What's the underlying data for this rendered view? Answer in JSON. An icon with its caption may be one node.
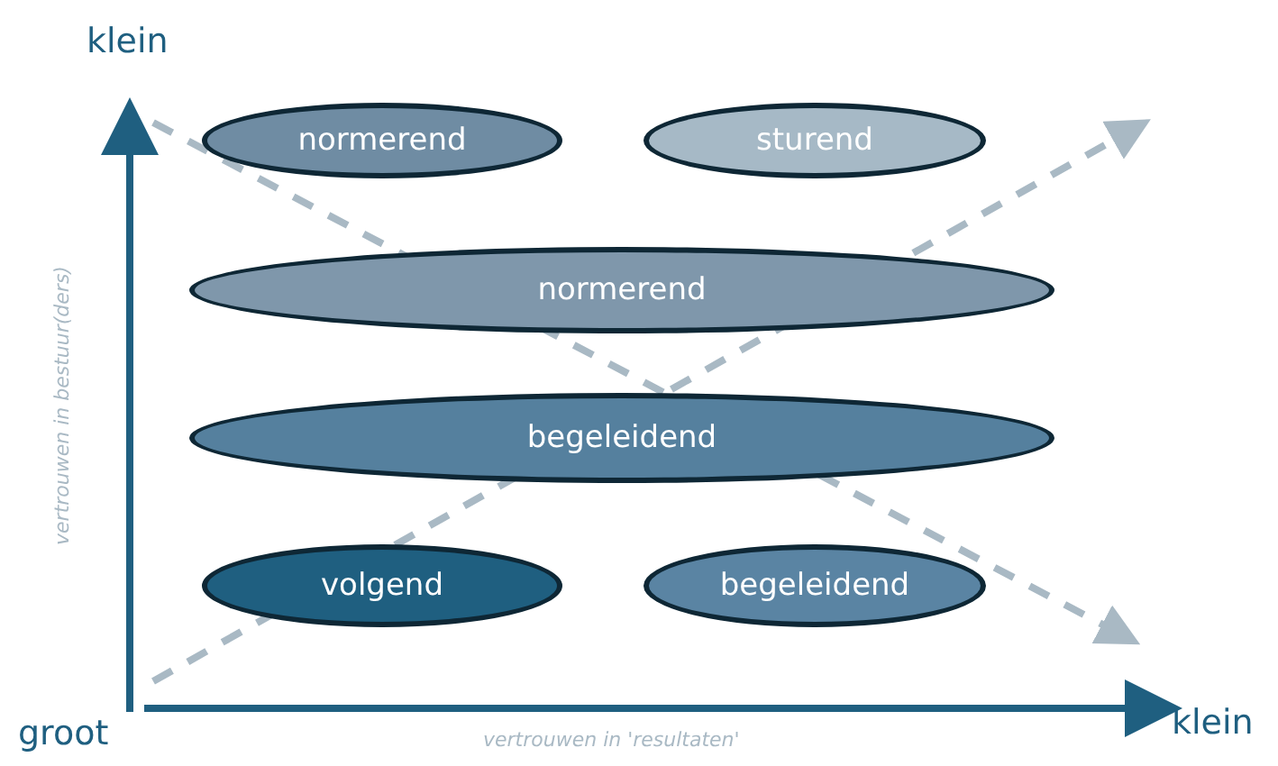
{
  "diagram": {
    "nodes": [
      {
        "text": [
          "normerend"
        ]
      },
      {
        "text": [
          "sturend"
        ]
      },
      {
        "text": [
          "normerend"
        ]
      },
      {
        "text": [
          "begeleidend"
        ]
      },
      {
        "text": [
          "volgend"
        ]
      },
      {
        "text": [
          "begeleidend"
        ]
      }
    ],
    "labels": [
      "klein",
      "vertrouwen in bestuur(ders)",
      "groot",
      "vertrouwen in 'resultaten'",
      "klein"
    ]
  }
}
